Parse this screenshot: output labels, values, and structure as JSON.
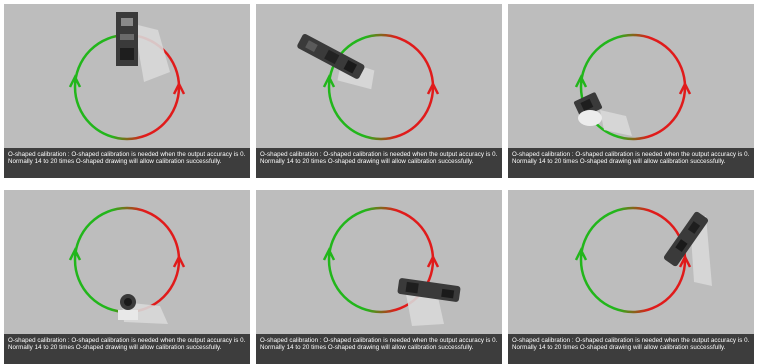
{
  "caption": "O-shaped calibration : O-shaped calibration is needed when the output accuracy is 0. Normally 14 to 20 times O-shaped drawing will allow calibration successfully.",
  "colors": {
    "panel_bg": "#bdbdbd",
    "caption_bg": "#3d3d3d",
    "arrow_green": "#22b61b",
    "arrow_red": "#e01b1b"
  },
  "panels": [
    {
      "id": 1,
      "device_position": "top",
      "icon": "phone-device-icon"
    },
    {
      "id": 2,
      "device_position": "upper-left",
      "icon": "phone-device-icon"
    },
    {
      "id": 3,
      "device_position": "left",
      "icon": "phone-device-icon"
    },
    {
      "id": 4,
      "device_position": "bottom",
      "icon": "phone-device-icon"
    },
    {
      "id": 5,
      "device_position": "lower-right",
      "icon": "phone-device-icon"
    },
    {
      "id": 6,
      "device_position": "right",
      "icon": "phone-device-icon"
    }
  ]
}
